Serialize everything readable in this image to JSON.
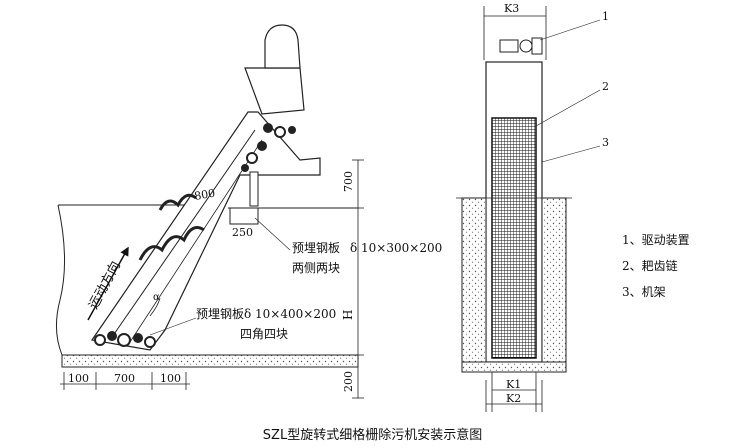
{
  "caption": "SZL型旋转式细格栅除污机安装示意图",
  "left_view": {
    "dim_800": "800",
    "dim_700_vertical": "700",
    "dim_250": "250",
    "plate_side_label": "预埋钢板",
    "plate_side_spec": "δ 10×300×200",
    "plate_side_note": "两侧两块",
    "plate_corner_label": "预埋钢板δ 10×400×200",
    "plate_corner_note": "四角四块",
    "direction_label": "运动方向",
    "angle_label": "α",
    "height_label": "H",
    "dim_200": "200",
    "bottom_dims": [
      "100",
      "700",
      "100"
    ]
  },
  "right_view": {
    "k3": "K3",
    "k1": "K1",
    "k2": "K2",
    "callouts": [
      "1",
      "2",
      "3"
    ]
  },
  "legend": {
    "items": [
      "1、驱动装置",
      "2、耙齿链",
      "3、机架"
    ]
  }
}
